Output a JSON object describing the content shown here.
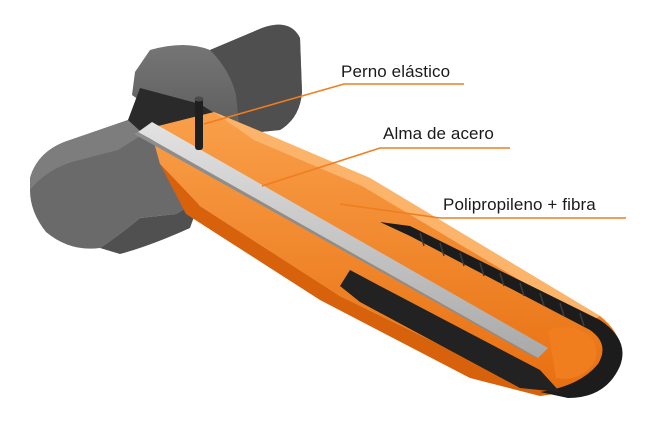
{
  "labels": {
    "pin": "Perno elástico",
    "core": "Alma de acero",
    "handle": "Polipropileno + fibra"
  },
  "colors": {
    "background": "#ffffff",
    "head_gray": "#6a6a6a",
    "orange": "#f07d1e",
    "steel": "#c8c8c8",
    "grip_black": "#1a1a1a",
    "leader_line": "#f07d1e",
    "text": "#1a1a1a"
  }
}
